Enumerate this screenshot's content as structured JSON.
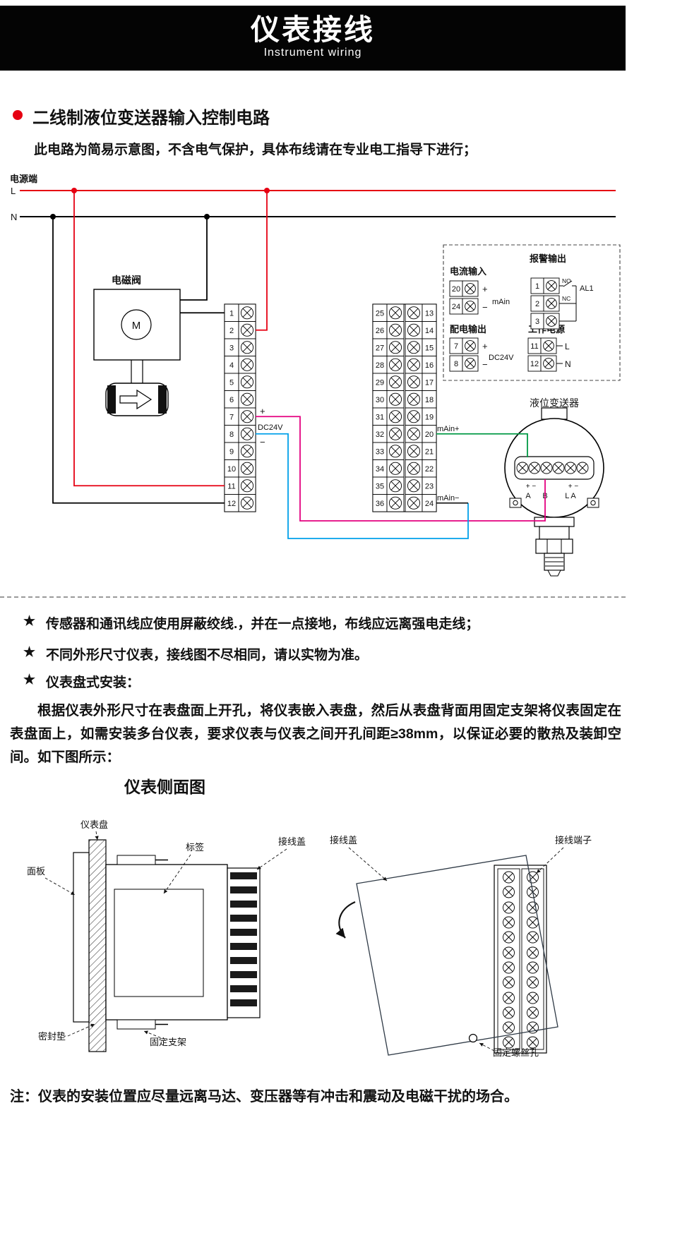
{
  "header": {
    "title": "仪表接线",
    "subtitle": "Instrument wiring"
  },
  "section": {
    "title": "二线制液位变送器输入控制电路",
    "note": "此电路为简易示意图，不含电气保护，具体布线请在专业电工指导下进行；"
  },
  "colors": {
    "live": "#e60012",
    "neutral": "#000000",
    "magenta": "#e4007f",
    "cyan": "#00a0e9",
    "green": "#009944"
  },
  "wiring": {
    "power_label": "电源端",
    "l": "L",
    "n": "N",
    "solenoid": "电磁阀",
    "m": "M",
    "left_terminals": [
      "1",
      "2",
      "3",
      "4",
      "5",
      "6",
      "7",
      "8",
      "9",
      "10",
      "11",
      "12"
    ],
    "mid_left_terminals": [
      "25",
      "26",
      "27",
      "28",
      "29",
      "30",
      "31",
      "32",
      "33",
      "34",
      "35",
      "36"
    ],
    "mid_right_terminals": [
      "13",
      "14",
      "15",
      "16",
      "17",
      "18",
      "19",
      "20",
      "21",
      "22",
      "23",
      "24"
    ],
    "labels": {
      "plus": "+",
      "minus": "−",
      "dc24v": "DC24V",
      "main_plus": "mAin+",
      "main_minus": "mAin−"
    },
    "panel": {
      "current_input": "电流输入",
      "alarm_output": "报警输出",
      "dist_output": "配电输出",
      "work_power": "工作电源",
      "t20": "20",
      "t24": "24",
      "t1": "1",
      "t2": "2",
      "t3": "3",
      "t7": "7",
      "t8": "8",
      "t11": "11",
      "t12": "12",
      "main": "mAin",
      "no": "NO",
      "nc": "NC",
      "al1": "AL1",
      "plus": "+",
      "minus": "−",
      "dc24v": "DC24V",
      "l": "L",
      "n": "N"
    },
    "transmitter": {
      "label": "液位变送器",
      "mark_left": "+ −",
      "mark_right": "+ −",
      "term_a": "A",
      "term_b": "B",
      "term_la": "L A"
    }
  },
  "notes": [
    {
      "star": "★",
      "text": "传感器和通讯线应使用屏蔽绞线.，并在一点接地，布线应远离强电走线；"
    },
    {
      "star": "★",
      "text": "不同外形尺寸仪表，接线图不尽相同，请以实物为准。"
    },
    {
      "star": "★",
      "text": "仪表盘式安装："
    }
  ],
  "paragraph": "根据仪表外形尺寸在表盘面上开孔，将仪表嵌入表盘，然后从表盘背面用固定支架将仪表固定在表盘面上，如需安装多台仪表，要求仪表与仪表之间开孔间距≥38mm，以保证必要的散热及装卸空间。如下图所示：",
  "side_view": {
    "title": "仪表侧面图",
    "panel": "仪表盘",
    "front": "面板",
    "tag": "标签",
    "cover": "接线盖",
    "gasket": "密封垫",
    "bracket": "固定支架"
  },
  "rear_view": {
    "cover": "接线盖",
    "terminals": "接线端子",
    "screw_hole": "固定螺丝孔"
  },
  "footer_note": "注：仪表的安装位置应尽量远离马达、变压器等有冲击和震动及电磁干扰的场合。"
}
